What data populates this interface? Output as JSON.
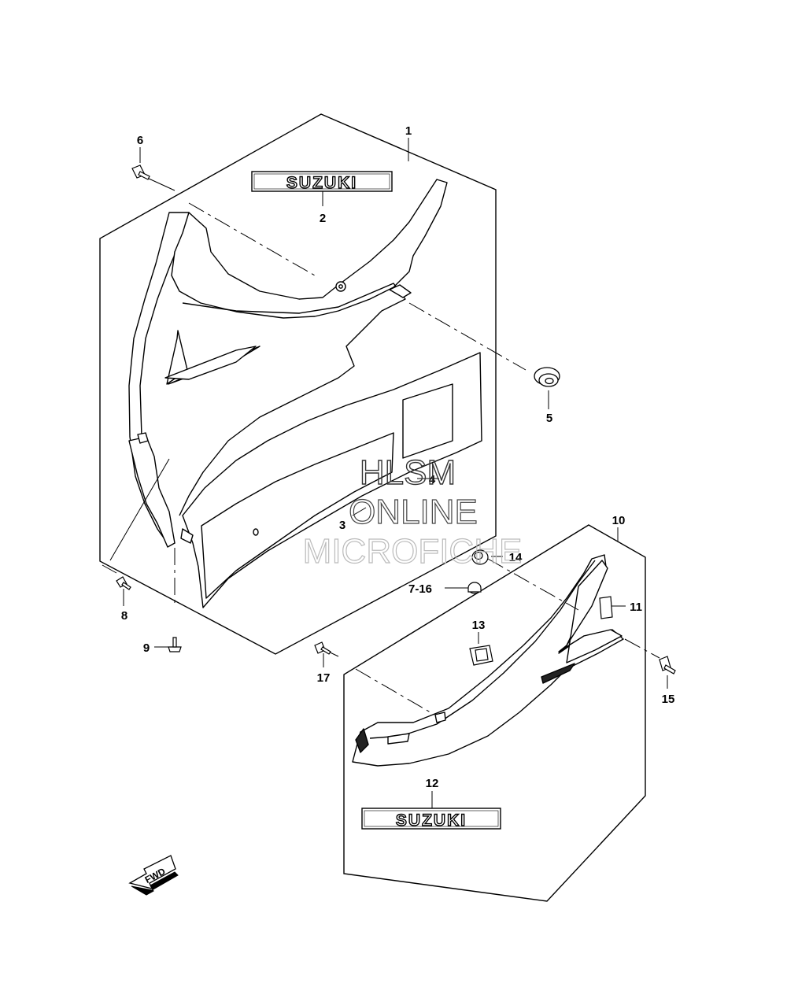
{
  "callouts": {
    "c1": "1",
    "c2": "2",
    "c3": "3",
    "c4": "4",
    "c5": "5",
    "c6": "6",
    "c7_16": "7-16",
    "c8": "8",
    "c9": "9",
    "c10": "10",
    "c11": "11",
    "c12": "12",
    "c13": "13",
    "c14": "14",
    "c15": "15",
    "c17": "17"
  },
  "emblems": {
    "upper": "SUZUKI",
    "lower": "SUZUKI"
  },
  "watermark": {
    "line1": "HLSM",
    "line2": "ONLINE",
    "line3": "MICROFICHE"
  },
  "direction_arrow": "FWD"
}
